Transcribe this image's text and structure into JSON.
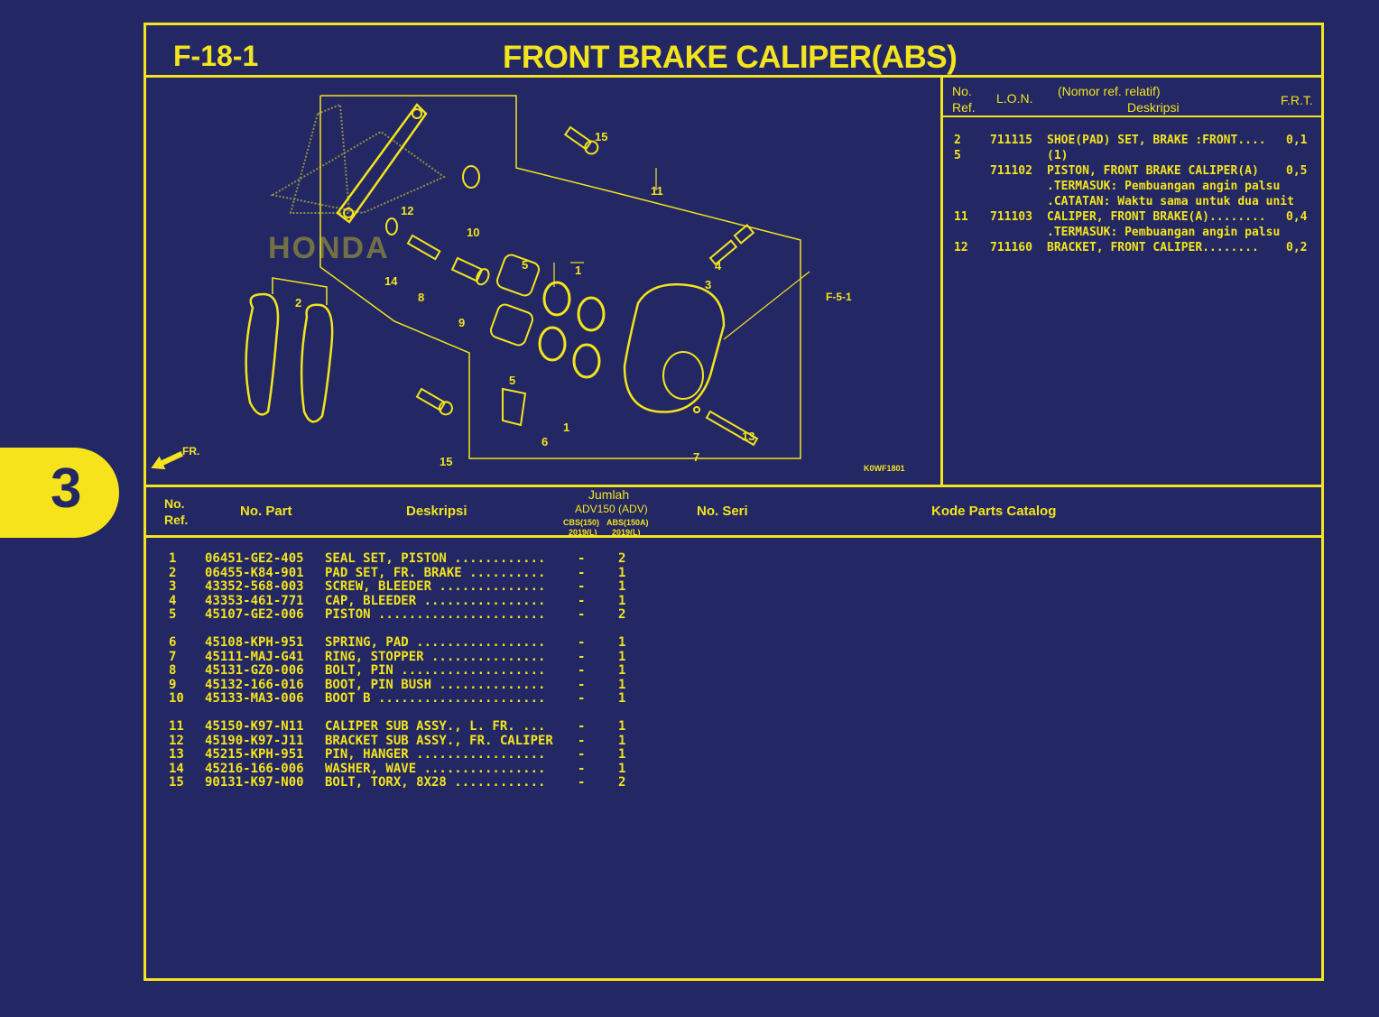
{
  "section_tab": "3",
  "header": {
    "code": "F-18-1",
    "title": "FRONT BRAKE CALIPER(ABS)"
  },
  "legend": {
    "col_no": "No.",
    "col_ref": "Ref.",
    "col_lon": "L.O.N.",
    "col_rel": "(Nomor ref. relatif)",
    "col_desc": "Deskripsi",
    "col_frt": "F.R.T.",
    "rows": [
      {
        "ref": "2",
        "lon": "711115",
        "desc": "SHOE(PAD) SET, BRAKE :FRONT....",
        "frt": "0,1"
      },
      {
        "ref": "5",
        "lon": "",
        "desc": "(1)",
        "frt": ""
      },
      {
        "ref": "",
        "lon": "711102",
        "desc": "PISTON, FRONT BRAKE CALIPER(A)",
        "frt": "0,5"
      },
      {
        "ref": "",
        "lon": "",
        "desc": ".TERMASUK: Pembuangan angin palsu",
        "frt": ""
      },
      {
        "ref": "",
        "lon": "",
        "desc": ".CATATAN: Waktu sama untuk dua unit",
        "frt": ""
      },
      {
        "ref": "11",
        "lon": "711103",
        "desc": "CALIPER, FRONT BRAKE(A)........",
        "frt": "0,4"
      },
      {
        "ref": "",
        "lon": "",
        "desc": ".TERMASUK: Pembuangan angin palsu",
        "frt": ""
      },
      {
        "ref": "12",
        "lon": "711160",
        "desc": "BRACKET, FRONT CALIPER........",
        "frt": "0,2"
      }
    ]
  },
  "diagram": {
    "callouts": [
      "15",
      "11",
      "12",
      "10",
      "5",
      "1",
      "4",
      "3",
      "F-5-1",
      "14",
      "8",
      "9",
      "2",
      "5",
      "6",
      "1",
      "13",
      "7",
      "15"
    ],
    "fr_label": "FR.",
    "image_code": "K0WF1801",
    "logo_text": "HONDA"
  },
  "table_header": {
    "no": "No.",
    "ref": "Ref.",
    "part": "No. Part",
    "desc": "Deskripsi",
    "jumlah": "Jumlah",
    "model": "ADV150 (ADV)",
    "sub_a": "CBS(150)",
    "sub_b": "ABS(150A)",
    "year_a": "2019(L)",
    "year_b": "2019(L)",
    "serial": "No. Seri",
    "catalog": "Kode Parts Catalog"
  },
  "parts": [
    {
      "ref": "1",
      "part": "06451-GE2-405",
      "desc": "SEAL SET, PISTON ............",
      "cbs": "-",
      "abs": "2"
    },
    {
      "ref": "2",
      "part": "06455-K84-901",
      "desc": "PAD SET, FR. BRAKE ..........",
      "cbs": "-",
      "abs": "1"
    },
    {
      "ref": "3",
      "part": "43352-568-003",
      "desc": "SCREW, BLEEDER ..............",
      "cbs": "-",
      "abs": "1"
    },
    {
      "ref": "4",
      "part": "43353-461-771",
      "desc": "CAP, BLEEDER ................",
      "cbs": "-",
      "abs": "1"
    },
    {
      "ref": "5",
      "part": "45107-GE2-006",
      "desc": "PISTON ......................",
      "cbs": "-",
      "abs": "2"
    },
    {
      "ref": "6",
      "part": "45108-KPH-951",
      "desc": "SPRING, PAD .................",
      "cbs": "-",
      "abs": "1"
    },
    {
      "ref": "7",
      "part": "45111-MAJ-G41",
      "desc": "RING, STOPPER ...............",
      "cbs": "-",
      "abs": "1"
    },
    {
      "ref": "8",
      "part": "45131-GZ0-006",
      "desc": "BOLT, PIN ...................",
      "cbs": "-",
      "abs": "1"
    },
    {
      "ref": "9",
      "part": "45132-166-016",
      "desc": "BOOT, PIN BUSH ..............",
      "cbs": "-",
      "abs": "1"
    },
    {
      "ref": "10",
      "part": "45133-MA3-006",
      "desc": "BOOT B ......................",
      "cbs": "-",
      "abs": "1"
    },
    {
      "ref": "11",
      "part": "45150-K97-N11",
      "desc": "CALIPER SUB ASSY., L. FR. ...",
      "cbs": "-",
      "abs": "1"
    },
    {
      "ref": "12",
      "part": "45190-K97-J11",
      "desc": "BRACKET SUB ASSY., FR. CALIPER",
      "cbs": "-",
      "abs": "1"
    },
    {
      "ref": "13",
      "part": "45215-KPH-951",
      "desc": "PIN, HANGER .................",
      "cbs": "-",
      "abs": "1"
    },
    {
      "ref": "14",
      "part": "45216-166-006",
      "desc": "WASHER, WAVE ................",
      "cbs": "-",
      "abs": "1"
    },
    {
      "ref": "15",
      "part": "90131-K97-N00",
      "desc": "BOLT, TORX, 8X28 ............",
      "cbs": "-",
      "abs": "2"
    }
  ]
}
